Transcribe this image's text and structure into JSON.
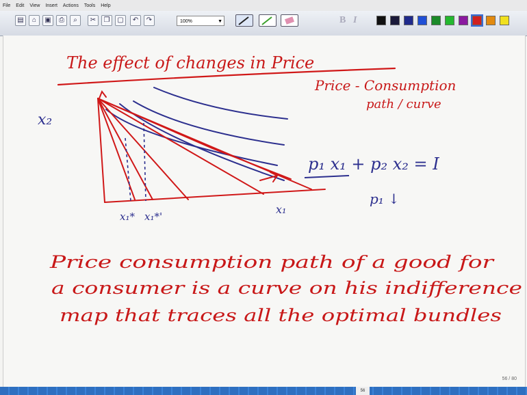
{
  "menu": [
    "File",
    "Edit",
    "View",
    "Insert",
    "Actions",
    "Tools",
    "Help"
  ],
  "toolbar": {
    "zoom": "100%",
    "bold": "B",
    "italic": "I",
    "swatches": [
      "#111111",
      "#1a1a3a",
      "#1f2a8c",
      "#1f4fd6",
      "#1a8a2a",
      "#23b830",
      "#8a1aa0",
      "#d02020",
      "#e28a10",
      "#f0e020"
    ]
  },
  "notes": {
    "title": "The effect of changes in Price",
    "label_x2": "x₂",
    "pcc_label_1": "Price - Consumption",
    "pcc_label_2": "path / curve",
    "equation": "p₁ x₁ + p₂ x₂ = I",
    "p1_down": "p₁ ↓",
    "x1_star": "x₁*",
    "x1_star_prime": "x₁*'",
    "x1_axis": "x₁",
    "def_line1": "Price consumption path of a good for",
    "def_line2": "a consumer is a curve on his indifference",
    "def_line3": "map that traces all the optimal bundles"
  },
  "page_indicator": "56 / 80",
  "status_page": "56"
}
